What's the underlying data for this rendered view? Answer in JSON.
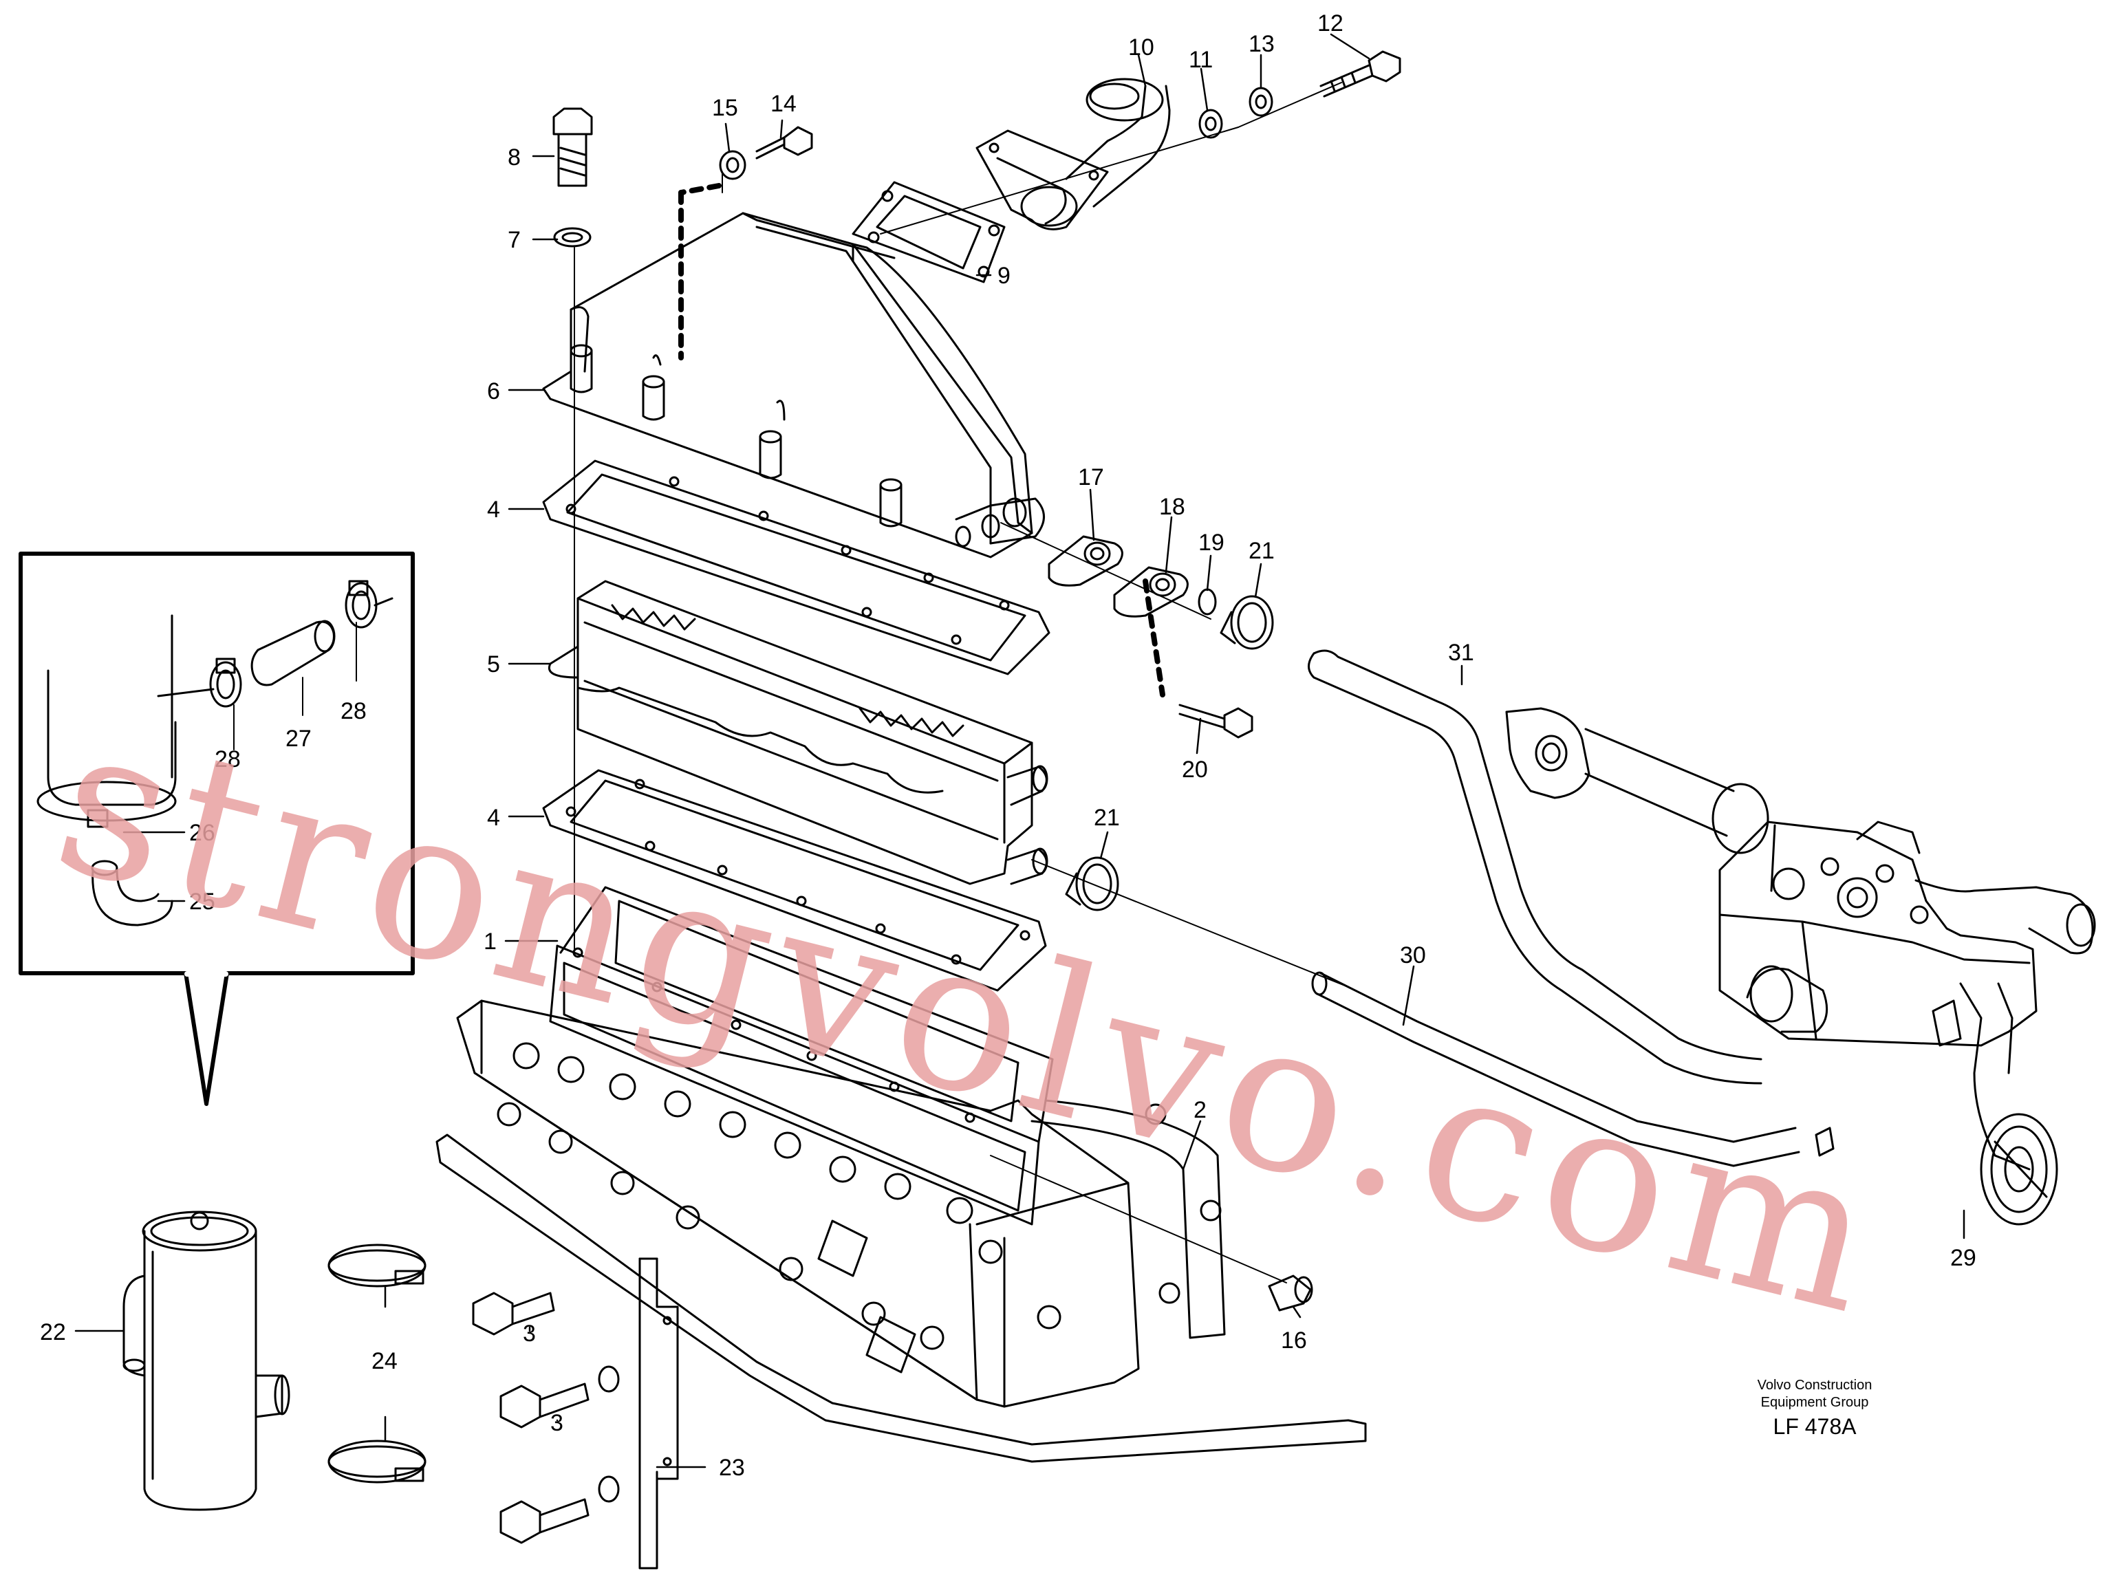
{
  "watermark": "strongvolvo.com",
  "caption": {
    "line1": "Volvo Construction",
    "line2": "Equipment Group",
    "code": "LF 478A"
  },
  "callouts": [
    {
      "id": "c8",
      "label": "8"
    },
    {
      "id": "c7",
      "label": "7"
    },
    {
      "id": "c6",
      "label": "6"
    },
    {
      "id": "c4a",
      "label": "4"
    },
    {
      "id": "c5",
      "label": "5"
    },
    {
      "id": "c4b",
      "label": "4"
    },
    {
      "id": "c1",
      "label": "1"
    },
    {
      "id": "c15",
      "label": "15"
    },
    {
      "id": "c14",
      "label": "14"
    },
    {
      "id": "c10",
      "label": "10"
    },
    {
      "id": "c11",
      "label": "11"
    },
    {
      "id": "c13",
      "label": "13"
    },
    {
      "id": "c12",
      "label": "12"
    },
    {
      "id": "c9",
      "label": "9"
    },
    {
      "id": "c17",
      "label": "17"
    },
    {
      "id": "c18",
      "label": "18"
    },
    {
      "id": "c19",
      "label": "19"
    },
    {
      "id": "c21a",
      "label": "21"
    },
    {
      "id": "c20",
      "label": "20"
    },
    {
      "id": "c31",
      "label": "31"
    },
    {
      "id": "c21b",
      "label": "21"
    },
    {
      "id": "c30",
      "label": "30"
    },
    {
      "id": "c2",
      "label": "2"
    },
    {
      "id": "c29",
      "label": "29"
    },
    {
      "id": "c16",
      "label": "16"
    },
    {
      "id": "c3a",
      "label": "3"
    },
    {
      "id": "c3b",
      "label": "3"
    },
    {
      "id": "c23",
      "label": "23"
    },
    {
      "id": "c22",
      "label": "22"
    },
    {
      "id": "c24",
      "label": "24"
    },
    {
      "id": "c28a",
      "label": "28"
    },
    {
      "id": "c27",
      "label": "27"
    },
    {
      "id": "c28b",
      "label": "28"
    },
    {
      "id": "c26",
      "label": "26"
    },
    {
      "id": "c25",
      "label": "25"
    }
  ]
}
